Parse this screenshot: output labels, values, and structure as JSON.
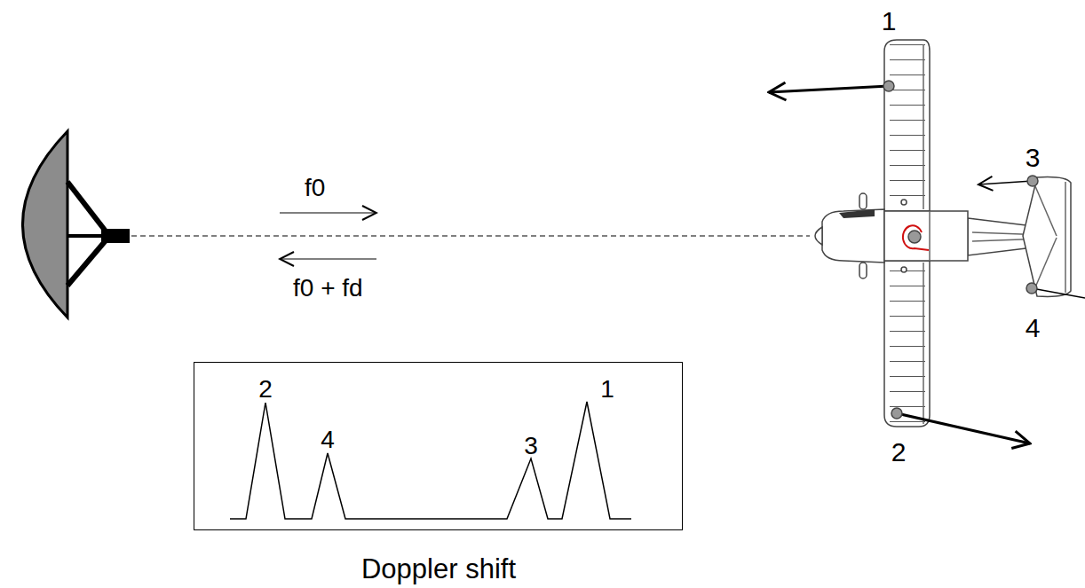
{
  "diagram": {
    "nodes": [
      {
        "text": [
          "2",
          "4",
          "3",
          "1",
          "Doppler shift"
        ]
      }
    ],
    "labels": [
      "1",
      "3",
      "4",
      "2",
      "f0",
      "f0 + fd"
    ]
  }
}
